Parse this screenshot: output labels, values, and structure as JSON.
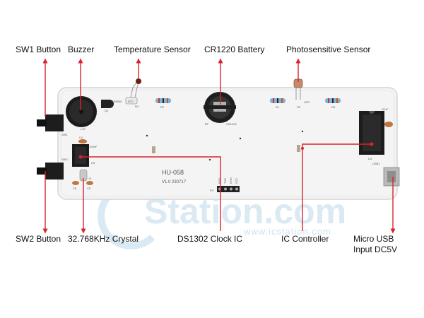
{
  "labels": {
    "sw1_button": "SW1 Button",
    "buzzer": "Buzzer",
    "temperature_sensor": "Temperature Sensor",
    "cr1220_battery": "CR1220 Battery",
    "photosensitive_sensor": "Photosensitive Sensor",
    "sw2_button": "SW2 Button",
    "crystal": "32.768KHz Crystal",
    "ds1302_clock_ic": "DS1302 Clock IC",
    "ic_controller": "IC Controller",
    "micro_usb": "Micro USB\nInput DC5V"
  },
  "board": {
    "model": "HU-058",
    "version": "V1.0 230717",
    "silkscreen": {
      "q1": "Q1",
      "ss8550": "SS8550",
      "r4": "R4",
      "ntc": "NTC",
      "r2": "R2",
      "bt": "BT",
      "cr1220": "CR1220",
      "r1": "R1",
      "r3": "R3",
      "ldr": "LDR",
      "r5": "R5",
      "ls1": "LS1",
      "sw1": "SW1",
      "sw2": "SW2",
      "u3": "U3",
      "c4": "C4",
      "c100nf": "100nF",
      "c5": "C5",
      "c6": "C6",
      "y1": "Y1",
      "u4": "U4",
      "c10uf": "10uF",
      "usb1": "USB1",
      "p3": "P3",
      "pins": [
        "VCC",
        "GND",
        "TXD",
        "RXD"
      ]
    }
  },
  "watermark": {
    "main": "Station.com",
    "sub": "www.icstation.com"
  },
  "colors": {
    "board": "#f4f4f4",
    "board_edge": "#d4d4d4",
    "leader": "#d9232d",
    "label_text": "#111111",
    "watermark": "#cfe3f1"
  }
}
